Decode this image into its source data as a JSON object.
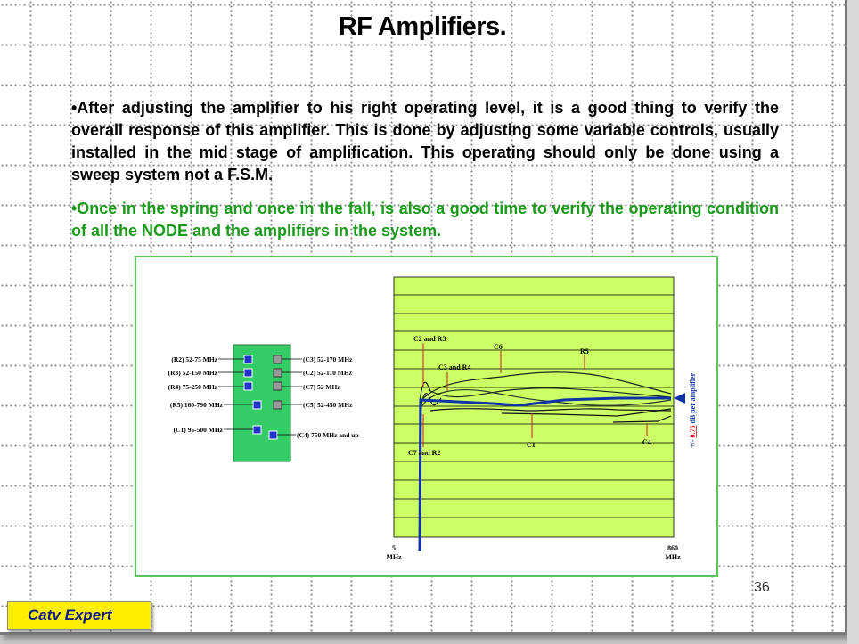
{
  "slide": {
    "title": "RF Amplifiers.",
    "paragraph1": "•After adjusting the amplifier to his right operating level, it is a good thing to verify the overall response of this amplifier. This is done by adjusting some variable controls, usually installed in the mid stage of amplification. This operating should only be done using a sweep system not a F.S.M.",
    "paragraph2": "•Once in the spring and once in the fall, is also a good time to verify the operating condition of all the NODE and the amplifiers in the system.",
    "page_number": "36",
    "logo": "Catv Expert"
  },
  "figure": {
    "left_labels": [
      "(R2) 52-75 MHz",
      "(R3) 52-150 MHz",
      "(R4) 75-250 MHz",
      "(R5) 160-790 MHz",
      "(C1) 95-500 MHz"
    ],
    "right_labels": [
      "(C3) 52-170 MHz",
      "(C2) 52-110 MHz",
      "(C7) 52 MHz",
      "(C5) 52-450 MHz",
      "(C4) 750 MHz and up"
    ],
    "curve_labels": {
      "c2r3": "C2 and R3",
      "c6": "C6",
      "r5": "R5",
      "c3r4": "C3 and R4",
      "c1": "C1",
      "c4": "C4",
      "c7r2": "C7 and R2"
    },
    "axis": {
      "x_start": "5",
      "x_start_unit": "MHz",
      "x_end": "860",
      "x_end_unit": "MHz",
      "side_label_prefix": "+/- ",
      "side_label_value": "0.75",
      "side_label_suffix": " dB per amplifier"
    },
    "colors": {
      "chart_bg": "#ccff66",
      "board": "#33cc66",
      "blue_trace": "#1133aa",
      "label_line": "#cc2222"
    }
  }
}
